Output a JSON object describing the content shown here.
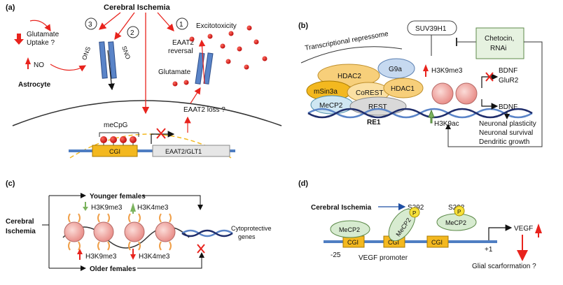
{
  "panel_a": {
    "label": "(a)",
    "cerebral_ischemia": "Cerebral Ischemia",
    "step1": "1",
    "step2": "2",
    "step3": "3",
    "glutamate_uptake_l1": "Glutamate",
    "glutamate_uptake_l2": "Uptake ?",
    "no": "NO",
    "ons": "ONS",
    "sno": "SNO",
    "astrocyte": "Astrocyte",
    "eaat2_reversal_l1": "EAAT2",
    "eaat2_reversal_l2": "reversal",
    "excitotoxicity": "Excitotoxicity",
    "glutamate": "Glutamate",
    "eaat2_loss": "EAAT2  loss ?",
    "mecpg": "meCpG",
    "cgi": "CGI",
    "gene": "EAAT2/GLT1"
  },
  "panel_b": {
    "label": "(b)",
    "repressome": "Transcriptional repressome",
    "suv39h1": "SUV39H1",
    "chetocin_l1": "Chetocin,",
    "chetocin_l2": "RNAi",
    "hdac2": "HDAC2",
    "g9a": "G9a",
    "msin3a": "mSin3a",
    "corest": "CoREST",
    "hdac1": "HDAC1",
    "mecp2": "MeCP2",
    "rest": "REST",
    "re1": "RE1",
    "h3k9me3": "H3K9me3",
    "h3k9ac": "H3K9ac",
    "bdnf_top": "BDNF",
    "glur2": "GluR2",
    "bdnf_bottom": "BDNF",
    "outcome1": "Neuronal plasticity",
    "outcome2": "Neuronal survival",
    "outcome3": "Dendritic growth"
  },
  "panel_c": {
    "label": "(c)",
    "cerebral_l1": "Cerebral",
    "cerebral_l2": "Ischemia",
    "younger": "Younger females",
    "older": "Older females",
    "top_h3k9me3": "H3K9me3",
    "top_h3k4me3": "H3K4me3",
    "bottom_h3k9me3": "H3K9me3",
    "bottom_h3k4me3": "H3K4me3",
    "cyto_l1": "Cytoprotective",
    "cyto_l2": "genes"
  },
  "panel_d": {
    "label": "(d)",
    "cerebral_ischemia": "Cerebral Ischemia",
    "s292_a": "S292",
    "s292_b": "S292",
    "p_a": "P",
    "p_b": "P",
    "mecp2_a": "MeCP2",
    "mecp2_b": "MeCP2",
    "mecp2_c": "MeCP2",
    "cgi_a": "CGI",
    "cgi_b": "CGI",
    "cgi_c": "CGI",
    "minus25": "-25",
    "plus1": "+1",
    "vegf_promoter": "VEGF  promoter",
    "vegf": "VEGF",
    "glial": "Glial scarformation ?"
  },
  "colors": {
    "red": "#e8231d",
    "orange": "#f0a04a",
    "yellow": "#f3b81f",
    "blue_strand": "#5a84c8",
    "navy_strand": "#1f2d6b",
    "nucleosome": "#f4b4b0",
    "green_arrow": "#7bb35e"
  }
}
